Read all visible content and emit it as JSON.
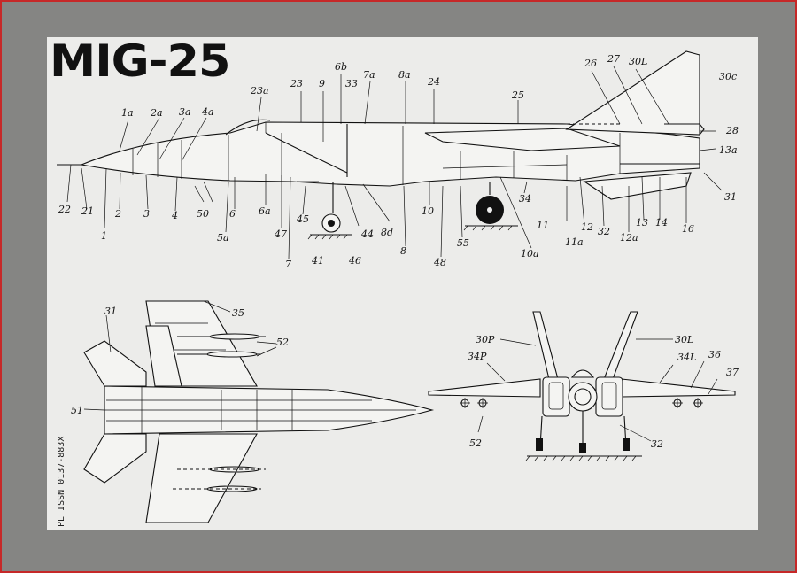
{
  "title": "MIG-25",
  "issn": "PL ISSN 0137-883X",
  "side_view_labels": [
    "1a",
    "2a",
    "3a",
    "4a",
    "23a",
    "23",
    "9",
    "6b",
    "7a",
    "33",
    "8a",
    "24",
    "25",
    "26",
    "27",
    "30L",
    "30c",
    "28",
    "13a",
    "31",
    "22",
    "21",
    "1",
    "2",
    "3",
    "4",
    "50",
    "6",
    "5a",
    "6a",
    "47",
    "7",
    "45",
    "41",
    "46",
    "44",
    "8d",
    "8",
    "10",
    "48",
    "55",
    "10a",
    "34",
    "11",
    "11a",
    "12",
    "32",
    "12a",
    "13",
    "14",
    "16"
  ],
  "top_view_labels": [
    "31",
    "35",
    "52",
    "51"
  ],
  "front_view_labels": [
    "30P",
    "30L",
    "34P",
    "34L",
    "36",
    "37",
    "52",
    "32"
  ]
}
